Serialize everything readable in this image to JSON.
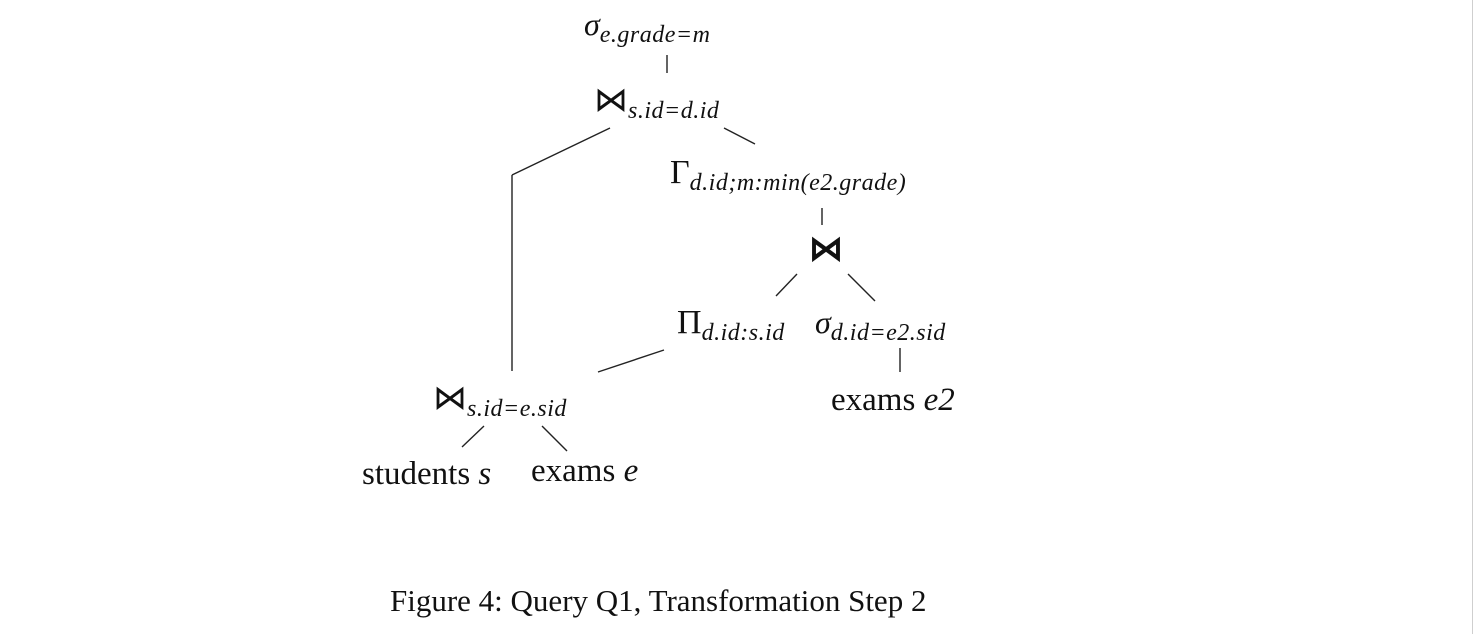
{
  "nodes": {
    "sel_top": {
      "op": "σ",
      "sub": "e.grade=m"
    },
    "join_top": {
      "op": "⋈",
      "sub": "s.id=d.id"
    },
    "group": {
      "op": "Γ",
      "sub": "d.id;m:min(e2.grade)"
    },
    "semijoin": {
      "op": "⋈"
    },
    "project": {
      "op": "Π",
      "sub": "d.id:s.id"
    },
    "sel_e2": {
      "op": "σ",
      "sub": "d.id=e2.sid"
    },
    "join_base": {
      "op": "⋈",
      "sub": "s.id=e.sid"
    },
    "students": {
      "name": "students",
      "var": "s"
    },
    "exams_e": {
      "name": "exams",
      "var": "e"
    },
    "exams_e2": {
      "name": "exams",
      "var": "e2"
    }
  },
  "edges": [
    [
      "sel_top",
      "join_top"
    ],
    [
      "join_top",
      "join_base"
    ],
    [
      "join_top",
      "group"
    ],
    [
      "group",
      "semijoin"
    ],
    [
      "semijoin",
      "project"
    ],
    [
      "semijoin",
      "sel_e2"
    ],
    [
      "project",
      "join_base"
    ],
    [
      "sel_e2",
      "exams_e2"
    ],
    [
      "join_base",
      "students"
    ],
    [
      "join_base",
      "exams_e"
    ]
  ],
  "caption": "Figure 4: Query Q1, Transformation Step 2"
}
